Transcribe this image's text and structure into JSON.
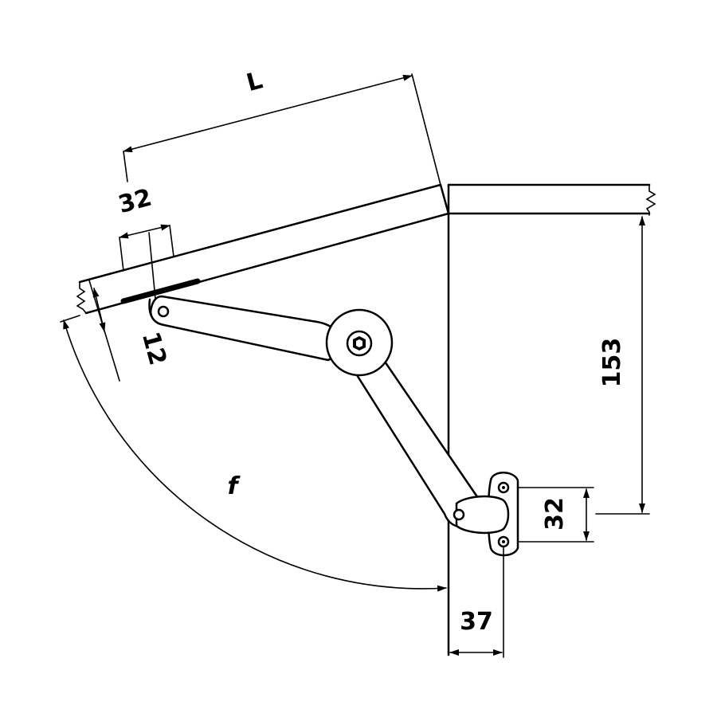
{
  "dimensions": {
    "length_label": "L",
    "top_offset": "32",
    "thickness": "12",
    "height": "153",
    "bracket_spacing": "32",
    "side_offset": "37",
    "arc_label": "f"
  },
  "colors": {
    "line": "#000000",
    "background": "#ffffff"
  }
}
